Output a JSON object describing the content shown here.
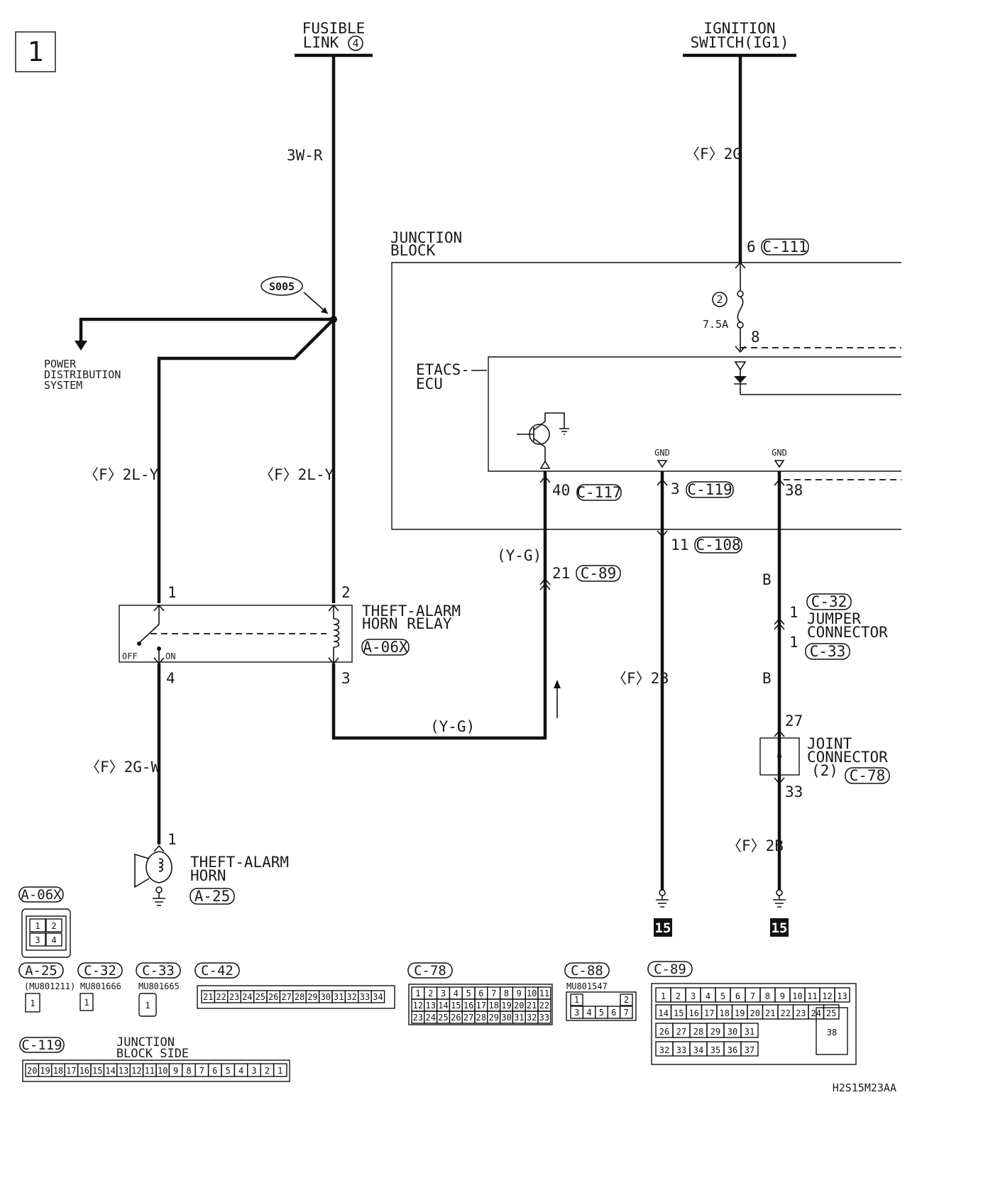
{
  "page_number": "1",
  "drawing_code": "H2S15M23AA",
  "sources": {
    "fusible_link_line1": "FUSIBLE",
    "fusible_link_line2": "LINK",
    "fusible_link_num": "4",
    "ignition_line1": "IGNITION",
    "ignition_line2": "SWITCH(IG1)"
  },
  "wires": {
    "w_3wr": "3W-R",
    "w_f2g": "〈F〉2G",
    "w_f2ly_left": "〈F〉2L-Y",
    "w_f2ly_mid": "〈F〉2L-Y",
    "w_yg_upper": "(Y-G)",
    "w_yg_lower": "(Y-G)",
    "w_f2gw": "〈F〉2G-W",
    "w_f2b_gnd": "〈F〉2B",
    "w_b_upper": "B",
    "w_b_lower": "B",
    "w_f2b_right": "〈F〉2B"
  },
  "splice": "S005",
  "power_distribution": {
    "line1": "POWER",
    "line2": "DISTRIBUTION",
    "line3": "SYSTEM"
  },
  "junction_block": {
    "line1": "JUNCTION",
    "line2": "BLOCK",
    "pin_in": "6",
    "conn_in": "C-111",
    "fuse_num": "2",
    "fuse_rating": "7.5A",
    "pin_8": "8"
  },
  "etacs": {
    "line1": "ETACS-",
    "line2": "ECU",
    "gnd1": "GND",
    "gnd2": "GND"
  },
  "pins": {
    "p40": "40",
    "c117": "C-117",
    "p3": "3",
    "c119": "C-119",
    "p38": "38",
    "p11": "11",
    "c108": "C-108",
    "p21": "21",
    "c89": "C-89",
    "relay_p1": "1",
    "relay_p2": "2",
    "relay_p3": "3",
    "relay_p4": "4",
    "horn_p1": "1",
    "jc_p1a": "1",
    "jc_p1b": "1",
    "joint_p27": "27",
    "joint_p33": "33"
  },
  "relay": {
    "line1": "THEFT-ALARM",
    "line2": "HORN RELAY",
    "conn": "A-06X",
    "off": "OFF",
    "on": "ON"
  },
  "horn": {
    "line1": "THEFT-ALARM",
    "line2": "HORN",
    "conn": "A-25"
  },
  "jumper": {
    "conn_top": "C-32",
    "line1": "JUMPER",
    "line2": "CONNECTOR",
    "conn_bottom": "C-33"
  },
  "joint": {
    "line1": "JOINT",
    "line2": "CONNECTOR",
    "line3": "(2)",
    "conn": "C-78"
  },
  "ground_refs": [
    "15",
    "15"
  ],
  "connector_views": {
    "a06x": {
      "label": "A-06X",
      "pins": [
        "1",
        "2",
        "3",
        "4"
      ]
    },
    "a25": {
      "label": "A-25",
      "part": "(MU801211)",
      "pin": "1"
    },
    "c32": {
      "label": "C-32",
      "part": "MU801666",
      "pin": "1"
    },
    "c33": {
      "label": "C-33",
      "part": "MU801665",
      "pin": "1"
    },
    "c42": {
      "label": "C-42",
      "pins": [
        "21",
        "22",
        "23",
        "24",
        "25",
        "26",
        "27",
        "28",
        "29",
        "30",
        "31",
        "32",
        "33",
        "34"
      ]
    },
    "c78": {
      "label": "C-78",
      "rows": [
        [
          "1",
          "2",
          "3",
          "4",
          "5",
          "6",
          "7",
          "8",
          "9",
          "10",
          "11"
        ],
        [
          "12",
          "13",
          "14",
          "15",
          "16",
          "17",
          "18",
          "19",
          "20",
          "21",
          "22"
        ],
        [
          "23",
          "24",
          "25",
          "26",
          "27",
          "28",
          "29",
          "30",
          "31",
          "32",
          "33"
        ]
      ]
    },
    "c88": {
      "label": "C-88",
      "part": "MU801547",
      "rows": [
        [
          "1",
          "2"
        ],
        [
          "3",
          "4",
          "5",
          "6",
          "7"
        ]
      ]
    },
    "c89": {
      "label": "C-89",
      "rows": [
        [
          "1",
          "2",
          "3",
          "4",
          "5",
          "6",
          "7",
          "8",
          "9",
          "10",
          "11",
          "12",
          "13"
        ],
        [
          "14",
          "15",
          "16",
          "17",
          "18",
          "19",
          "20",
          "21",
          "22",
          "23",
          "24",
          "25"
        ],
        [
          "26",
          "27",
          "28",
          "29",
          "30",
          "31"
        ],
        [
          "32",
          "33",
          "34",
          "35",
          "36",
          "37"
        ]
      ],
      "big": "38"
    },
    "c119": {
      "label": "C-119",
      "caption_line1": "JUNCTION",
      "caption_line2": "BLOCK SIDE",
      "pins": [
        "20",
        "19",
        "18",
        "17",
        "16",
        "15",
        "14",
        "13",
        "12",
        "11",
        "10",
        "9",
        "8",
        "7",
        "6",
        "5",
        "4",
        "3",
        "2",
        "1"
      ]
    }
  }
}
